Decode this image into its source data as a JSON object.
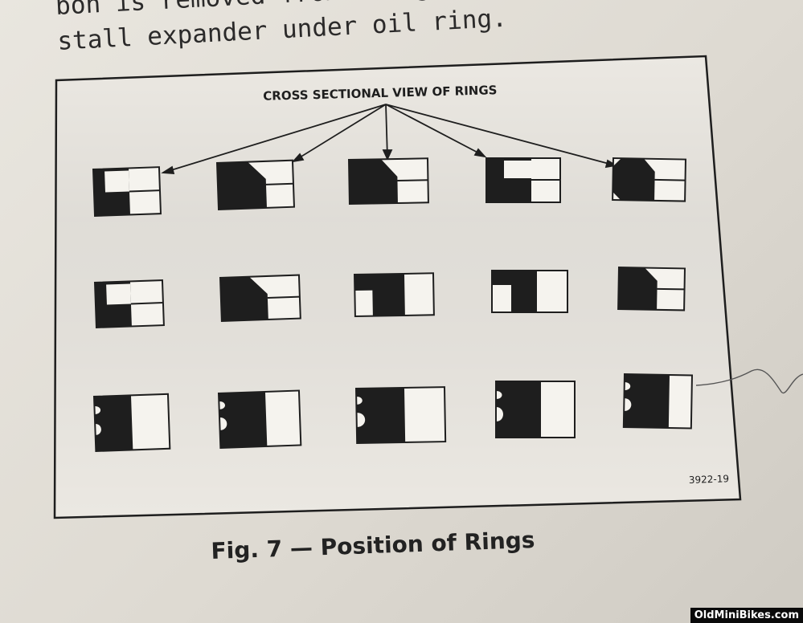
{
  "page_text": {
    "line1": "bon is removed from all grooves. NOTE: In-",
    "line2": "stall expander under oil ring."
  },
  "figure": {
    "title": "CROSS SECTIONAL VIEW OF RINGS",
    "code": "3922-19",
    "caption": "Fig. 7 — Position of Rings"
  },
  "watermark": "OldMiniBikes.com",
  "colors": {
    "ink": "#1e1e1e",
    "paper": "#ebe8e2",
    "shadow": "#d2cec6"
  }
}
